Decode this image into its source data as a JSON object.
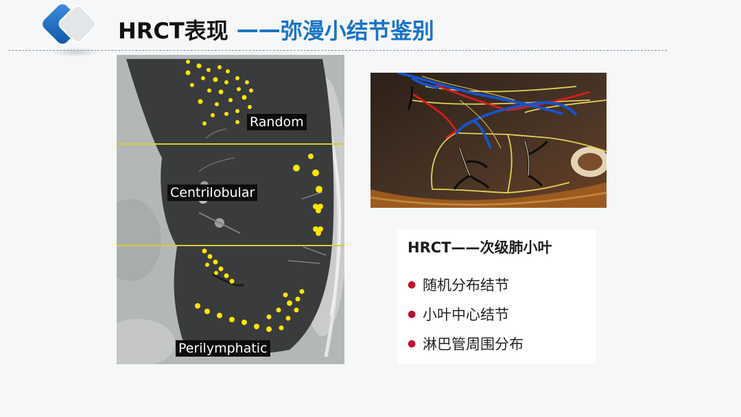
{
  "slide": {
    "title_main": "HRCT表现",
    "title_dash": "——",
    "title_sub": "弥漫小结节鉴别"
  },
  "ct_figure": {
    "labels": {
      "top": "Random",
      "middle": "Centrilobular",
      "bottom": "Perilymphatic"
    },
    "nodule_color": "#ffe600",
    "divider_color": "#d6cf2a"
  },
  "anatomy_figure": {
    "vein_color": "#1a52c8",
    "artery_color": "#d41d1d",
    "septa_color": "#e3d35a"
  },
  "info_card": {
    "title": "HRCT——次级肺小叶",
    "bullets": [
      "随机分布结节",
      "小叶中心结节",
      "淋巴管周围分布"
    ],
    "bullet_color": "#c0102a"
  },
  "theme": {
    "accent": "#1a73c8",
    "background": "#f6f7f8"
  }
}
